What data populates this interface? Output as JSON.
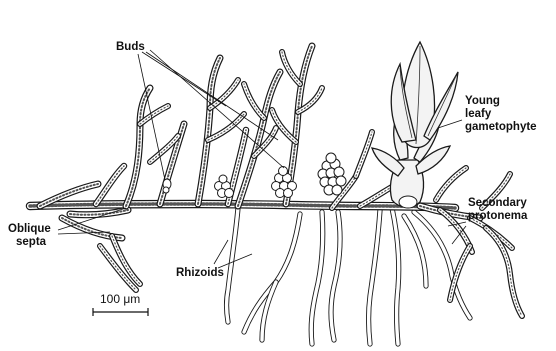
{
  "labels": {
    "buds": "Buds",
    "young_leafy": [
      "Young",
      "leafy",
      "gametophyte"
    ],
    "secondary_protonema": [
      "Secondary",
      "protonema"
    ],
    "oblique_septa": [
      "Oblique",
      "septa"
    ],
    "rhizoids": "Rhizoids",
    "scale_bar": "100 μm"
  }
}
